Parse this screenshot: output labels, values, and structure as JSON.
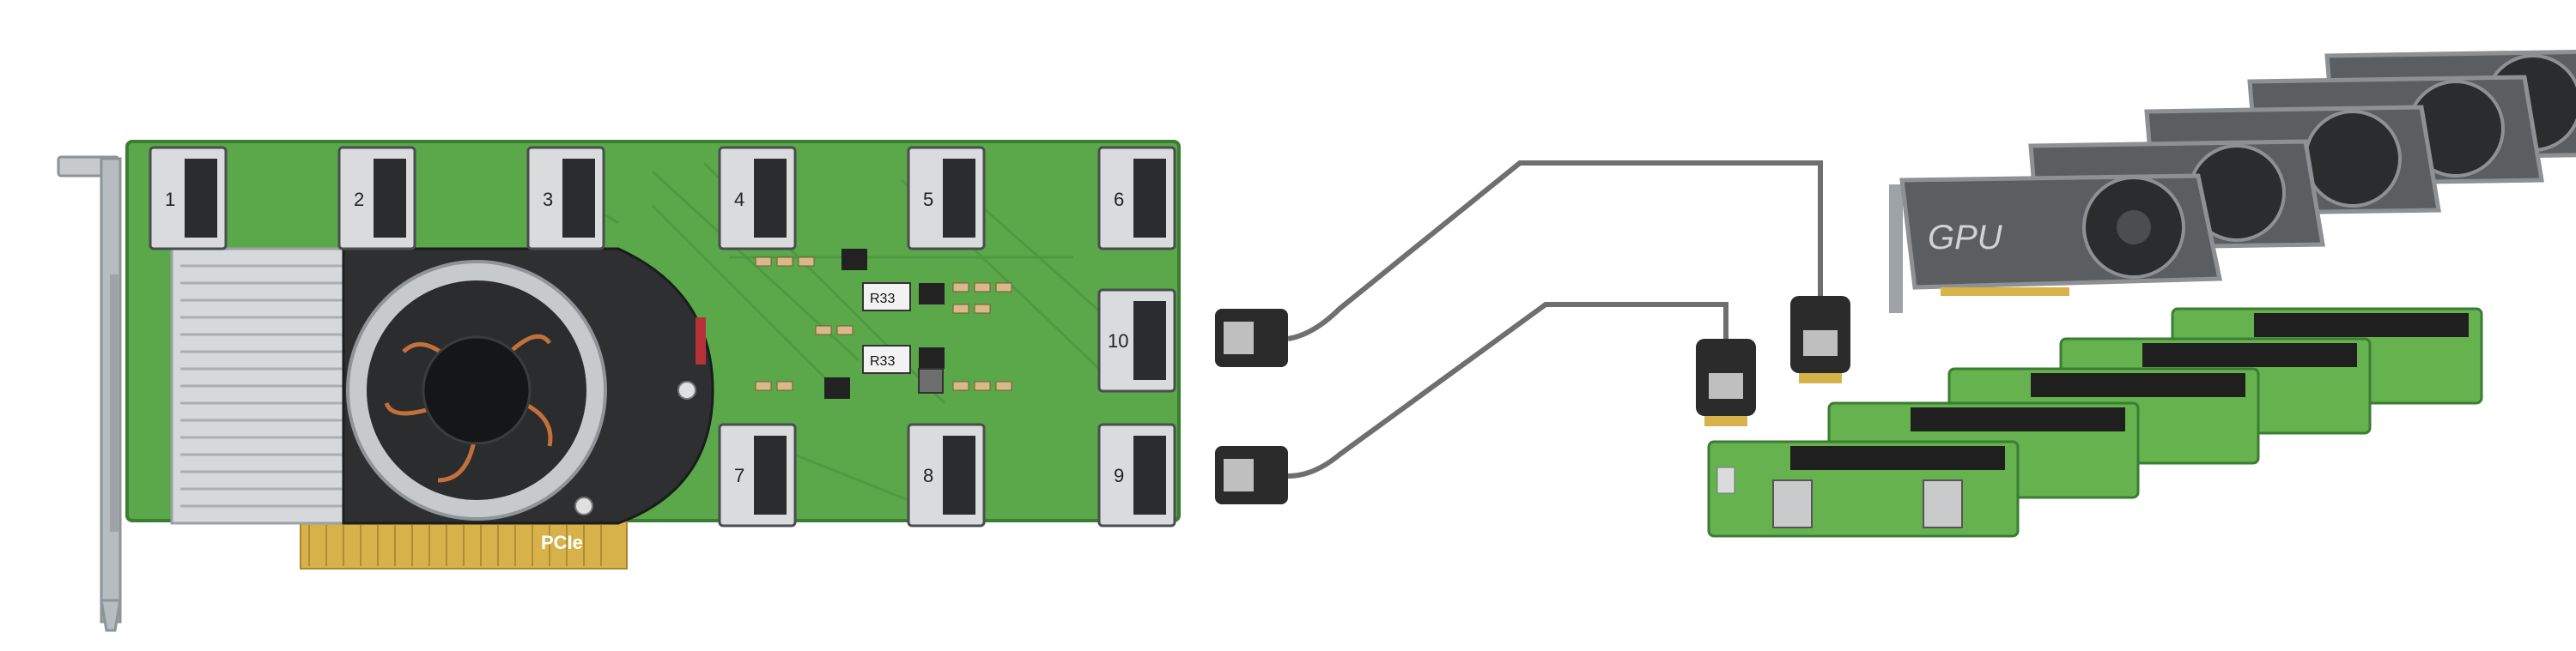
{
  "host_card": {
    "port_labels": [
      "1",
      "2",
      "3",
      "4",
      "5",
      "6",
      "10",
      "7",
      "8",
      "9"
    ],
    "component_labels": [
      "R33",
      "R33"
    ],
    "logo_text": "PCIe",
    "colors": {
      "pcb": "#5aa84a",
      "pcb_dark": "#3f8a36",
      "heatsink": "#cfd2d4",
      "bracket": "#b7bcc0",
      "gold": "#d7b24a"
    }
  },
  "gpus": {
    "label": "GPU",
    "count": 5,
    "colors": {
      "body": "#5b5e61",
      "frame": "#8d9194",
      "fan": "#2a2c2e"
    }
  },
  "risers": {
    "count": 5,
    "colors": {
      "pcb": "#66b24f",
      "slot": "#1f1f1f"
    }
  },
  "cables": {
    "count": 2,
    "colors": {
      "wire": "#6f6f6f",
      "connector": "#2b2b2b"
    }
  }
}
